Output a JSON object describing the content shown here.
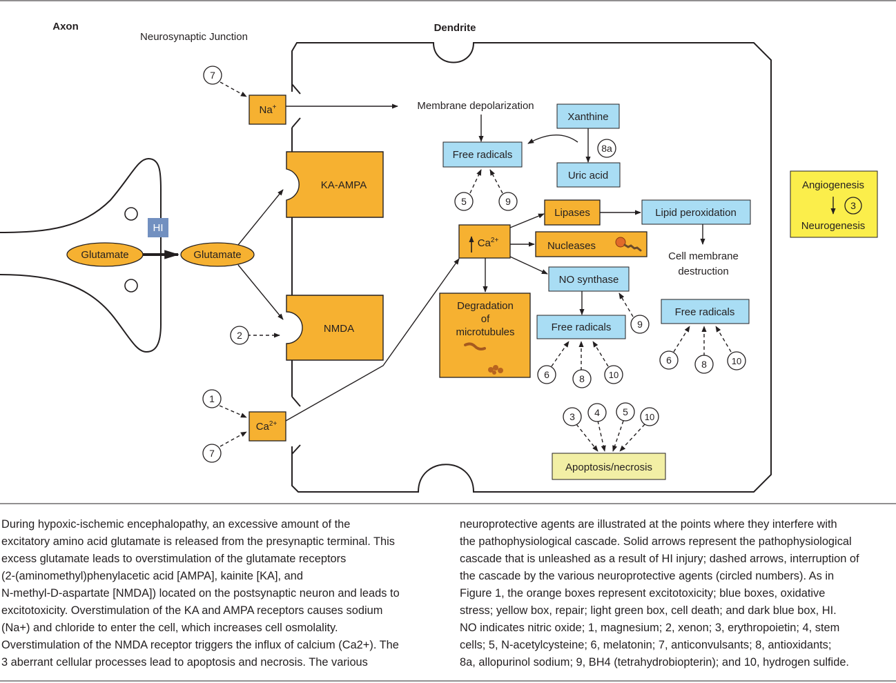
{
  "colors": {
    "excitotoxicity": "#f6b131",
    "oxidative_stress": "#a9ddf4",
    "repair": "#fbee4b",
    "cell_death": "#f2efa5",
    "hi": "#7290c0",
    "line": "#231f20"
  },
  "headers": {
    "axon": "Axon",
    "junction": "Neurosynaptic Junction",
    "dendrite": "Dendrite"
  },
  "nodes": {
    "glutamate_pre": "Glutamate",
    "glutamate_post": "Glutamate",
    "hi": "HI",
    "ka_ampa": "KA-AMPA",
    "nmda": "NMDA",
    "na": {
      "base": "Na",
      "sup": "+"
    },
    "ca_channel": {
      "base": "Ca",
      "sup": "2+"
    },
    "ca_up": {
      "base": "Ca",
      "sup": "2+"
    },
    "membrane_depolarization": "Membrane depolarization",
    "free_radicals_1": "Free radicals",
    "xanthine": "Xanthine",
    "uric_acid": "Uric acid",
    "lipases": "Lipases",
    "lipid_peroxidation": "Lipid peroxidation",
    "nucleases": "Nucleases",
    "cell_membrane_destruction": [
      "Cell membrane",
      "destruction"
    ],
    "no_synthase": "NO synthase",
    "free_radicals_2": "Free radicals",
    "free_radicals_3": "Free radicals",
    "degradation": [
      "Degradation",
      "of",
      "microtubules"
    ],
    "apoptosis": "Apoptosis/necrosis",
    "angiogenesis": "Angiogenesis",
    "neurogenesis": "Neurogenesis"
  },
  "markers": {
    "m7_na": "7",
    "m2_nmda": "2",
    "m1_ca": "1",
    "m7_ca": "7",
    "m5_fr1": "5",
    "m9_fr1": "9",
    "m8a": "8a",
    "m9_no": "9",
    "m6_fr2": "6",
    "m8_fr2": "8",
    "m10_fr2": "10",
    "m6_fr3": "6",
    "m8_fr3": "8",
    "m10_fr3": "10",
    "m3_ap": "3",
    "m4_ap": "4",
    "m5_ap": "5",
    "m10_ap": "10",
    "m3_repair": "3"
  },
  "caption_left": [
    "During hypoxic-ischemic encephalopathy, an excessive amount of the",
    "excitatory amino acid glutamate is released from the presynaptic terminal. This",
    "excess glutamate leads to overstimulation of the glutamate receptors",
    "(2-(aminomethyl)phenylacetic acid [AMPA], kainite [KA], and",
    "N-methyl-D-aspartate [NMDA]) located on the postsynaptic neuron and leads to",
    "excitotoxicity. Overstimulation of the KA and AMPA receptors causes sodium",
    "(Na+) and chloride to enter the cell, which increases cell osmolality.",
    "Overstimulation of the NMDA receptor triggers the influx of calcium (Ca2+). The",
    "3 aberrant cellular processes lead to apoptosis and necrosis. The various"
  ],
  "caption_right": [
    "neuroprotective agents are illustrated at the points where they interfere with",
    "the pathophysiological cascade. Solid arrows represent the pathophysiological",
    "cascade that is unleashed as a result of HI injury; dashed arrows, interruption of",
    "the cascade by the various neuroprotective agents (circled numbers). As in",
    "Figure 1, the orange boxes represent excitotoxicity; blue boxes, oxidative",
    "stress; yellow box, repair; light green box, cell death; and dark blue box, HI.",
    "NO indicates nitric oxide; 1, magnesium; 2, xenon; 3, erythropoietin; 4, stem",
    "cells; 5, N-acetylcysteine; 6, melatonin; 7, anticonvulsants; 8, antioxidants;",
    "8a, allopurinol sodium; 9, BH4 (tetrahydrobiopterin); and 10, hydrogen sulfide."
  ]
}
